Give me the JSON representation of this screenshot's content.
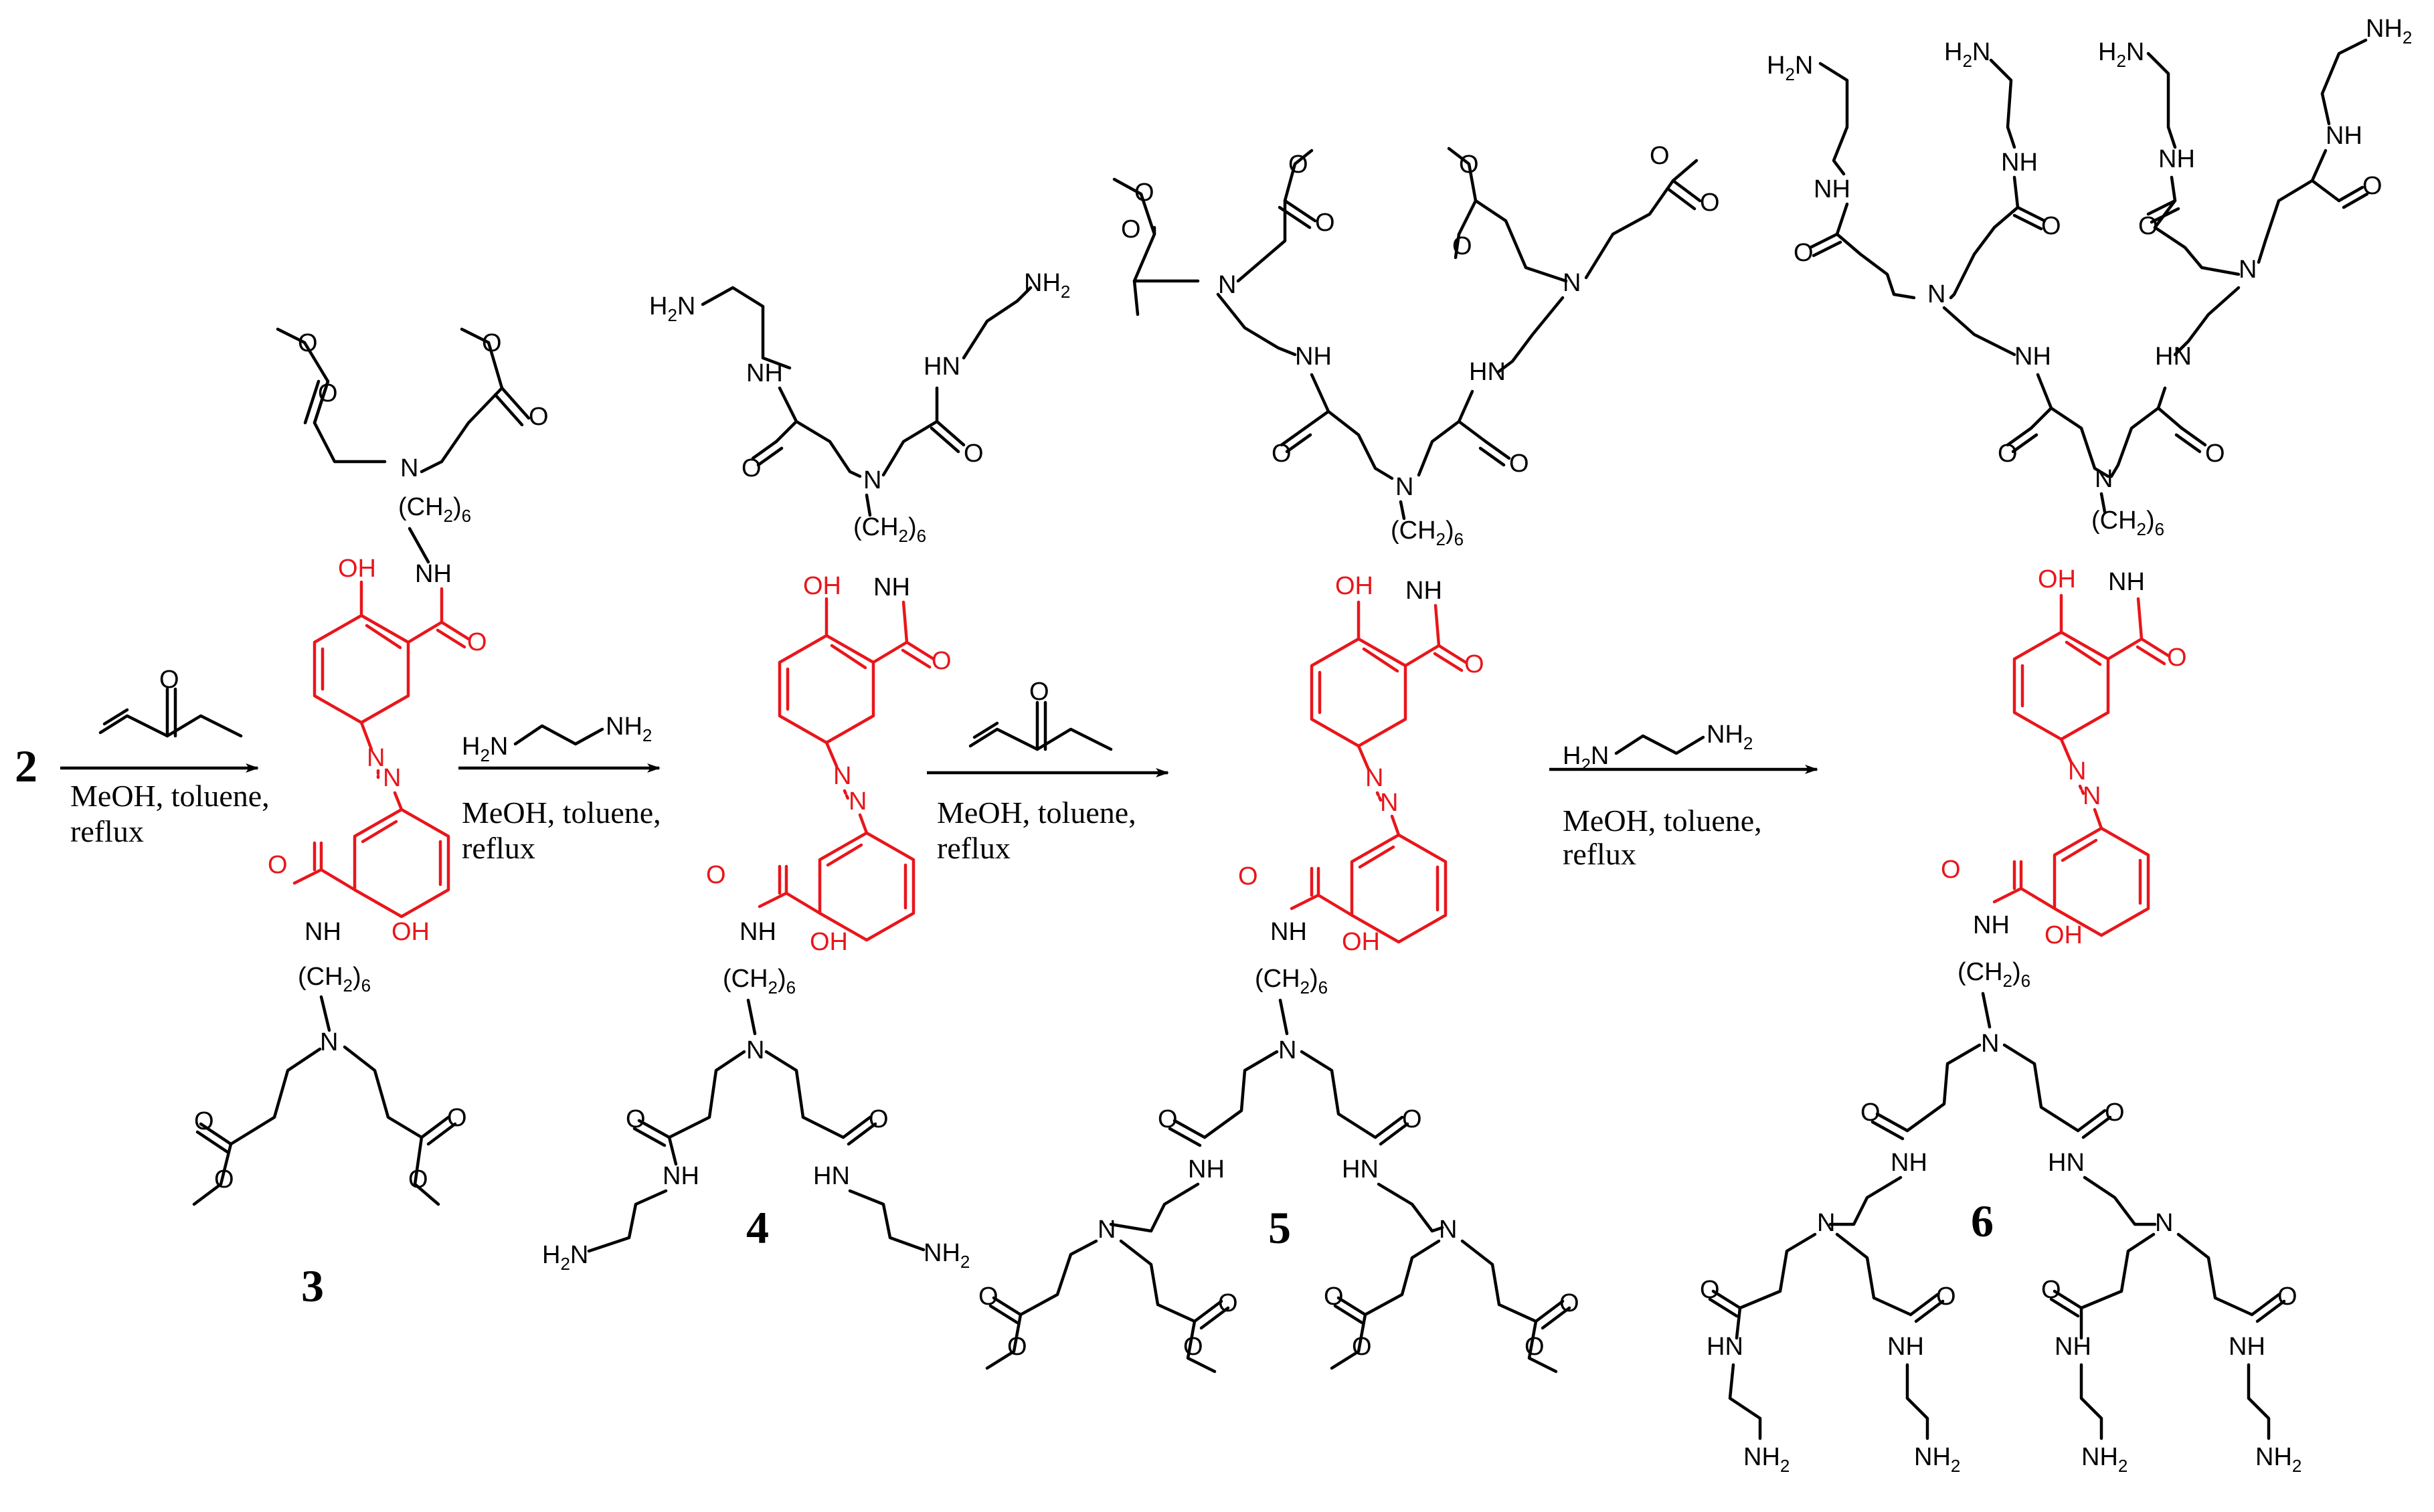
{
  "compounds": {
    "start": "2",
    "c3": "3",
    "c4": "4",
    "c5": "5",
    "c6": "6"
  },
  "steps": [
    {
      "line1": "MeOH, toluene,",
      "line2": "reflux"
    },
    {
      "line1": "MeOH, toluene,",
      "line2": "reflux"
    },
    {
      "line1": "MeOH, toluene,",
      "line2": "reflux"
    },
    {
      "line1": "MeOH, toluene,",
      "line2": "reflux"
    }
  ],
  "atoms": {
    "oh": "OH",
    "o": "O",
    "n": "N",
    "nh": "NH",
    "hn": "HN",
    "nh2_main": "NH",
    "h2n_main": "H",
    "h2_sub": "2",
    "ch2": "(CH",
    "six": "6",
    "close": ")"
  },
  "colors": {
    "core": "#e8161b",
    "bonds": "#000000"
  }
}
